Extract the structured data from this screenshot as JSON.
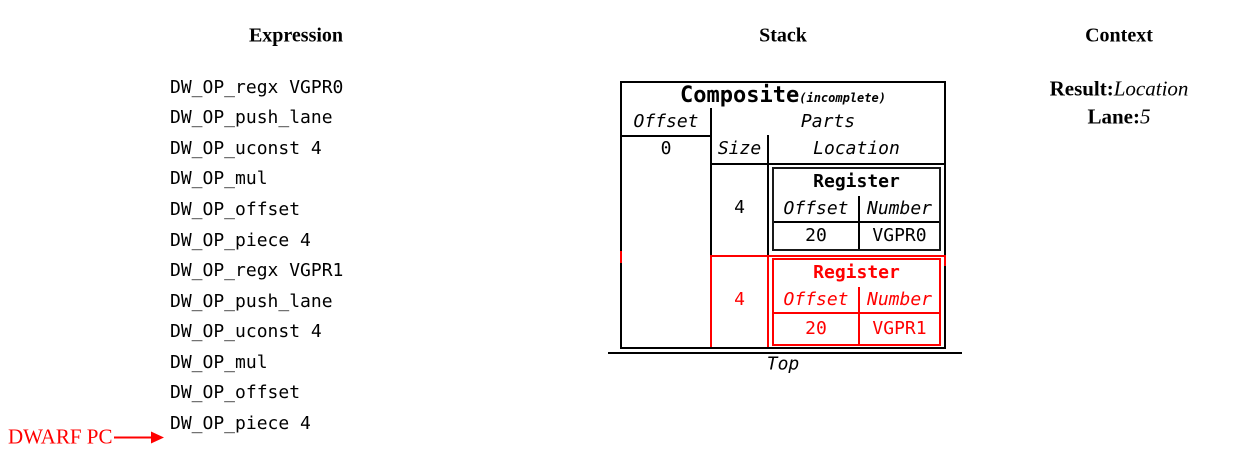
{
  "colors": {
    "highlight_red": "#ff0000",
    "ink_black": "#000000",
    "background": "#ffffff"
  },
  "expression": {
    "header": "Expression",
    "opcodes": [
      "DW_OP_regx VGPR0",
      "DW_OP_push_lane",
      "DW_OP_uconst 4",
      "DW_OP_mul",
      "DW_OP_offset",
      "DW_OP_piece 4",
      "DW_OP_regx VGPR1",
      "DW_OP_push_lane",
      "DW_OP_uconst 4",
      "DW_OP_mul",
      "DW_OP_offset",
      "DW_OP_piece 4"
    ],
    "pc_label": "DWARF PC"
  },
  "stack": {
    "header": "Stack",
    "top_label": "Top",
    "composite": {
      "title": "Composite",
      "qualifier": "(incomplete)",
      "offset_header": "Offset",
      "offset_value": "0",
      "parts_header": "Parts",
      "size_header": "Size",
      "location_header": "Location",
      "parts": [
        {
          "size": "4",
          "highlighted": false,
          "register": {
            "title": "Register",
            "offset_header": "Offset",
            "number_header": "Number",
            "offset_value": "20",
            "number_value": "VGPR0"
          }
        },
        {
          "size": "4",
          "highlighted": true,
          "register": {
            "title": "Register",
            "offset_header": "Offset",
            "number_header": "Number",
            "offset_value": "20",
            "number_value": "VGPR1"
          }
        }
      ]
    }
  },
  "context": {
    "header": "Context",
    "result_label": "Result:",
    "result_value": "Location",
    "lane_label": "Lane:",
    "lane_value": "5"
  }
}
